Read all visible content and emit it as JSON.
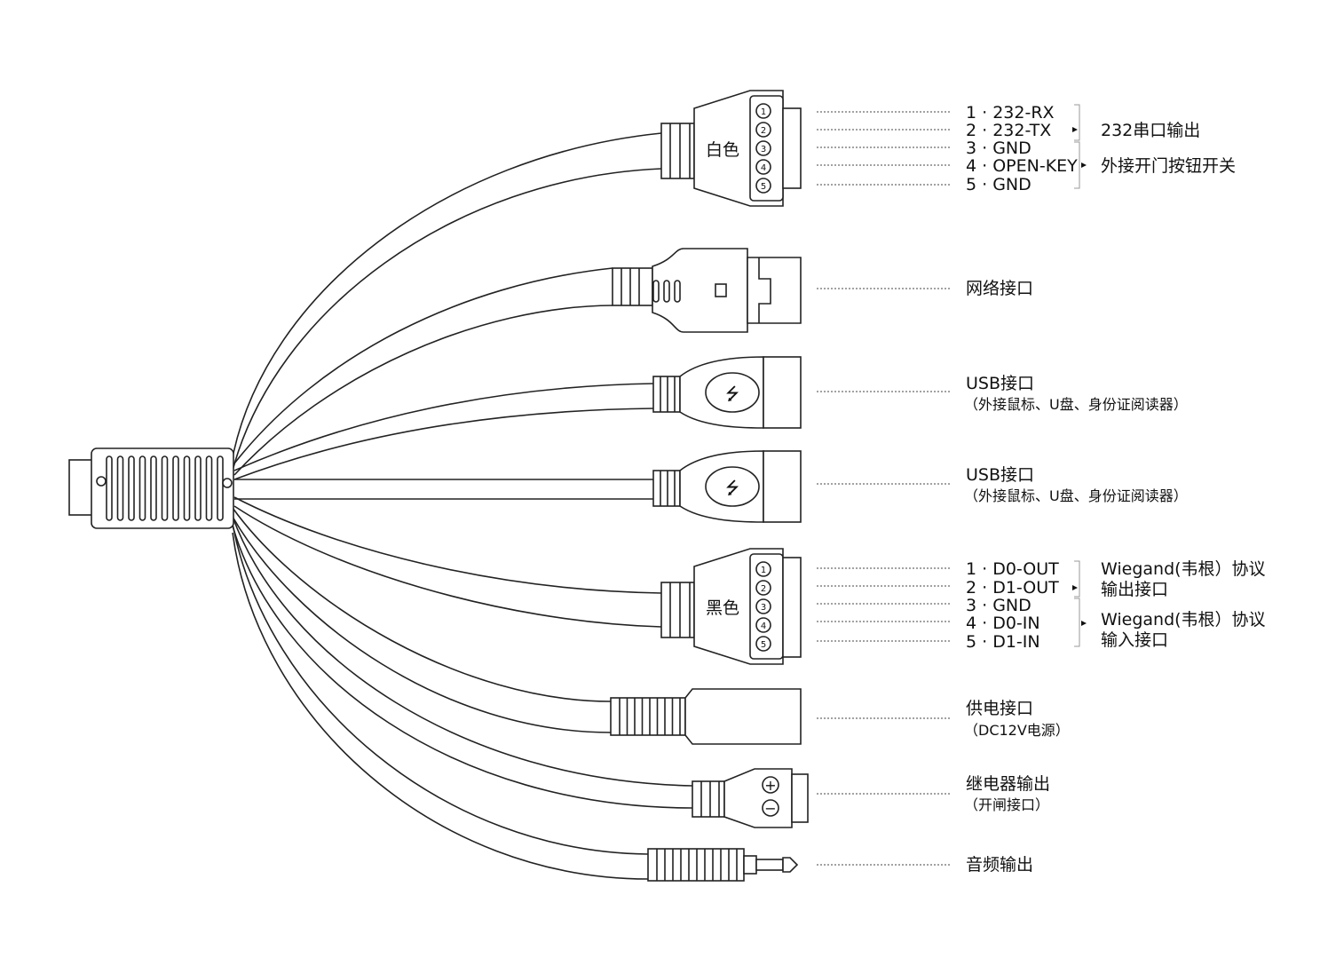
{
  "white_connector": {
    "label": "白色",
    "pin_numbers": [
      "1",
      "2",
      "3",
      "4",
      "5"
    ],
    "pins": [
      "1 · 232-RX",
      "2 · 232-TX",
      "3 · GND",
      "4 · OPEN-KEY",
      "5 · GND"
    ],
    "group_serial": "232串口输出",
    "group_key": "外接开门按钮开关"
  },
  "network": {
    "label": "网络接口"
  },
  "usb1": {
    "label": "USB接口",
    "sub": "（外接鼠标、U盘、身份证阅读器）"
  },
  "usb2": {
    "label": "USB接口",
    "sub": "（外接鼠标、U盘、身份证阅读器）"
  },
  "black_connector": {
    "label": "黑色",
    "pin_numbers": [
      "1",
      "2",
      "3",
      "4",
      "5"
    ],
    "pins": [
      "1 · D0-OUT",
      "2 · D1-OUT",
      "3 · GND",
      "4 · D0-IN",
      "5 · D1-IN"
    ],
    "group_out_line1": "Wiegand(韦根）协议",
    "group_out_line2": "输出接口",
    "group_in_line1": "Wiegand(韦根）协议",
    "group_in_line2": "输入接口"
  },
  "power": {
    "label": "供电接口",
    "sub": "（DC12V电源）"
  },
  "relay": {
    "label": "继电器输出",
    "sub": "（开闸接口）",
    "plus": "+",
    "minus": "−"
  },
  "audio": {
    "label": "音频输出"
  },
  "colors": {
    "line": "#222222",
    "background": "#ffffff"
  }
}
